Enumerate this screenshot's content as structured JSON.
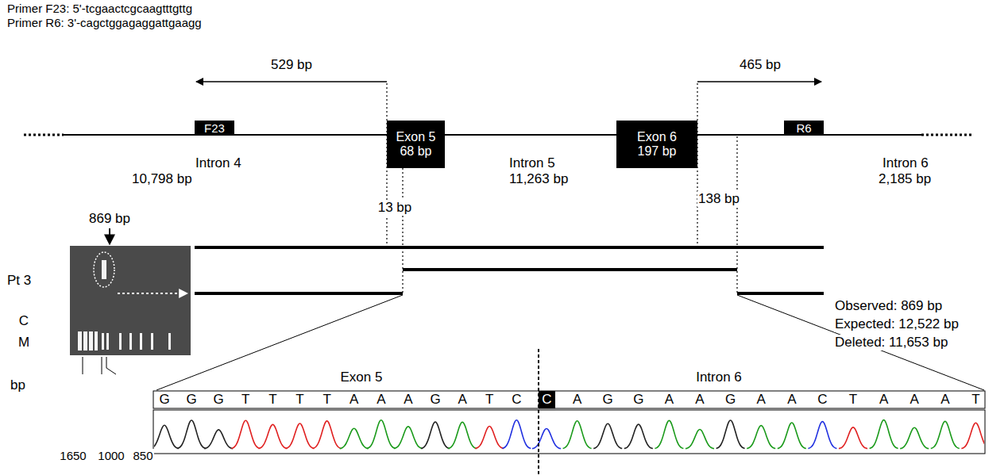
{
  "diagram": {
    "nodes": [
      {
        "text": [
          "F23"
        ]
      },
      {
        "text": [
          "Exon 5 68 bp"
        ]
      },
      {
        "text": [
          "Exon 6 197 bp"
        ]
      },
      {
        "text": [
          "R6"
        ]
      },
      {
        "text": [
          "C"
        ]
      }
    ],
    "labels": [
      "Primer F23: 5'-tcgaactcgcaagtttgttg",
      "Primer R6: 3'-cagctggagaggattgaagg",
      "529 bp",
      "465 bp",
      "Intron 4",
      "10,798 bp",
      "Intron 5",
      "11,263 bp",
      "Intron 6",
      "2,185 bp",
      "13 bp",
      "138 bp",
      "869 bp",
      "Pt 3",
      "C",
      "M",
      "Observed: 869 bp",
      "Expected: 12,522 bp",
      "Deleted: 11,653 bp",
      "bp",
      "1650",
      "1000",
      "850",
      "Exon 5",
      "Intron 6",
      "G",
      "G",
      "G",
      "T",
      "T",
      "T",
      "T",
      "A",
      "A",
      "A",
      "G",
      "A",
      "T",
      "C",
      "A",
      "G",
      "G",
      "A",
      "A",
      "G",
      "A",
      "A",
      "C",
      "T",
      "A",
      "A",
      "A",
      "T"
    ]
  }
}
